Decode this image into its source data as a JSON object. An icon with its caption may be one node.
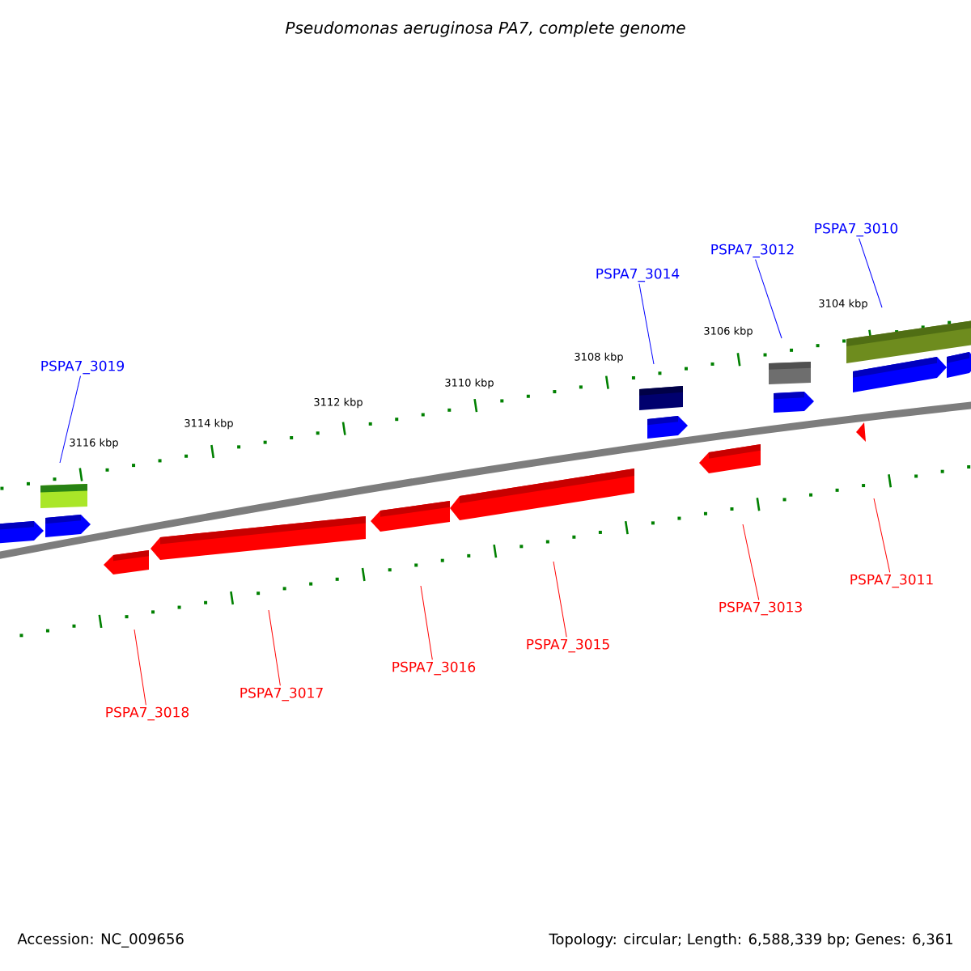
{
  "diagram": {
    "title": "Pseudomonas aeruginosa PA7, complete genome",
    "nodes": [
      {
        "text": [
          "PSPA7_3010"
        ]
      },
      {
        "text": [
          "PSPA7_3012"
        ]
      },
      {
        "text": [
          "PSPA7_3014"
        ]
      },
      {
        "text": [
          "PSPA7_3019"
        ]
      },
      {
        "text": [
          "PSPA7_3011"
        ]
      },
      {
        "text": [
          "PSPA7_3013"
        ]
      },
      {
        "text": [
          "PSPA7_3015"
        ]
      },
      {
        "text": [
          "PSPA7_3016"
        ]
      },
      {
        "text": [
          "PSPA7_3017"
        ]
      },
      {
        "text": [
          "PSPA7_3018"
        ]
      }
    ],
    "edges": [
      {
        "from": 0,
        "to": null,
        "arrow": "none",
        "color": "#0000ff"
      },
      {
        "from": 1,
        "to": null,
        "arrow": "none",
        "color": "#0000ff"
      },
      {
        "from": 2,
        "to": null,
        "arrow": "none",
        "color": "#0000ff"
      },
      {
        "from": 3,
        "to": null,
        "arrow": "none",
        "color": "#0000ff"
      },
      {
        "from": 4,
        "to": null,
        "arrow": "none",
        "color": "#ff0000"
      },
      {
        "from": 5,
        "to": null,
        "arrow": "none",
        "color": "#ff0000"
      },
      {
        "from": 6,
        "to": null,
        "arrow": "none",
        "color": "#ff0000"
      },
      {
        "from": 7,
        "to": null,
        "arrow": "none",
        "color": "#ff0000"
      },
      {
        "from": 8,
        "to": null,
        "arrow": "none",
        "color": "#ff0000"
      },
      {
        "from": 9,
        "to": null,
        "arrow": "none",
        "color": "#ff0000"
      }
    ],
    "labels": [
      "3104 kbp",
      "3106 kbp",
      "3108 kbp",
      "3110 kbp",
      "3112 kbp",
      "3114 kbp",
      "3116 kbp",
      "Accession: NC_009656",
      "Topology: circular; Length: 6,588,339 bp; Genes: 6,361"
    ]
  }
}
